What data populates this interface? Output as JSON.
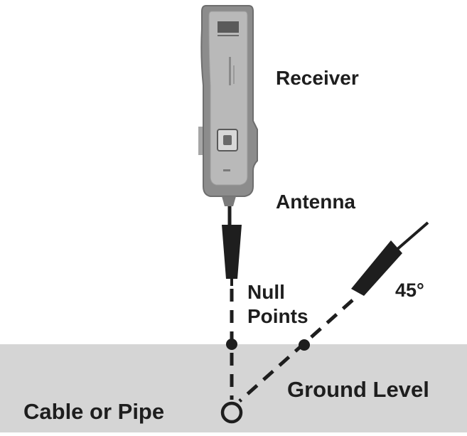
{
  "labels": {
    "receiver": "Receiver",
    "antenna": "Antenna",
    "null_points_line1": "Null",
    "null_points_line2": "Points",
    "angle": "45°",
    "ground_level": "Ground Level",
    "cable_or_pipe": "Cable or Pipe"
  },
  "colors": {
    "ground": "#d5d5d5",
    "ink": "#1e1e1e",
    "receiver_body": "#8c8c8c",
    "receiver_panel": "#b9b9b9"
  }
}
